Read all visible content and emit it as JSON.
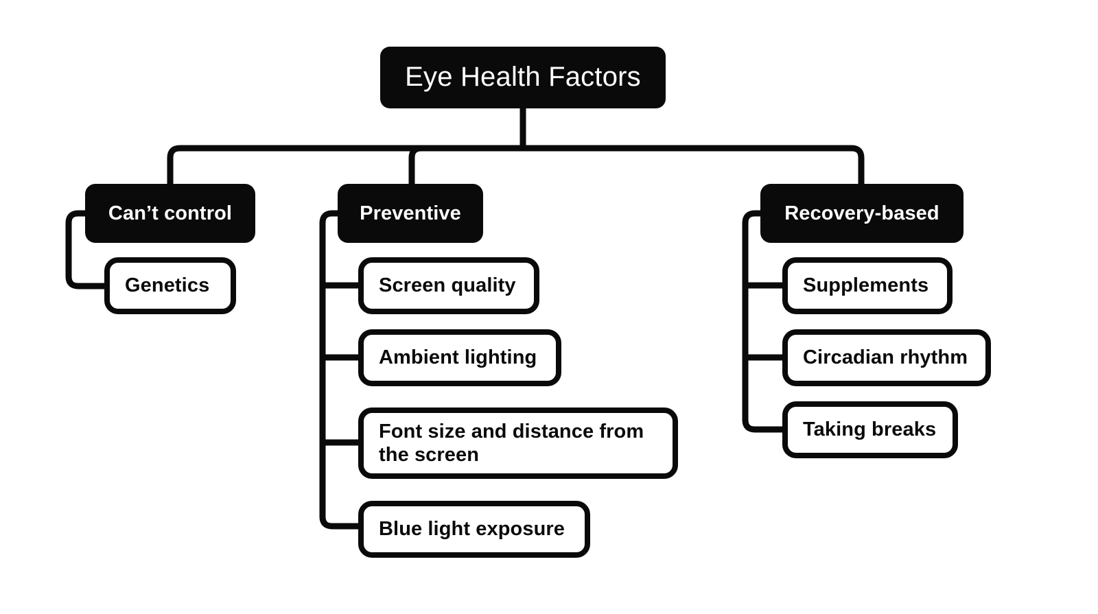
{
  "diagram": {
    "title": "Eye Health Factors",
    "type": "tree-mindmap",
    "colors": {
      "node_fill_dark": "#0a0a0a",
      "node_fill_light": "#ffffff",
      "text_on_dark": "#ffffff",
      "text_on_light": "#0a0a0a",
      "edge": "#0a0a0a",
      "background": "#ffffff"
    },
    "root": {
      "label": "Eye Health Factors"
    },
    "branches": [
      {
        "label": "Can’t control",
        "children": [
          {
            "label": "Genetics"
          }
        ]
      },
      {
        "label": "Preventive",
        "children": [
          {
            "label": "Screen quality"
          },
          {
            "label": "Ambient lighting"
          },
          {
            "label": "Font size and distance from the screen"
          },
          {
            "label": "Blue light exposure"
          }
        ]
      },
      {
        "label": "Recovery-based",
        "children": [
          {
            "label": "Supplements"
          },
          {
            "label": "Circadian rhythm"
          },
          {
            "label": "Taking breaks"
          }
        ]
      }
    ]
  }
}
